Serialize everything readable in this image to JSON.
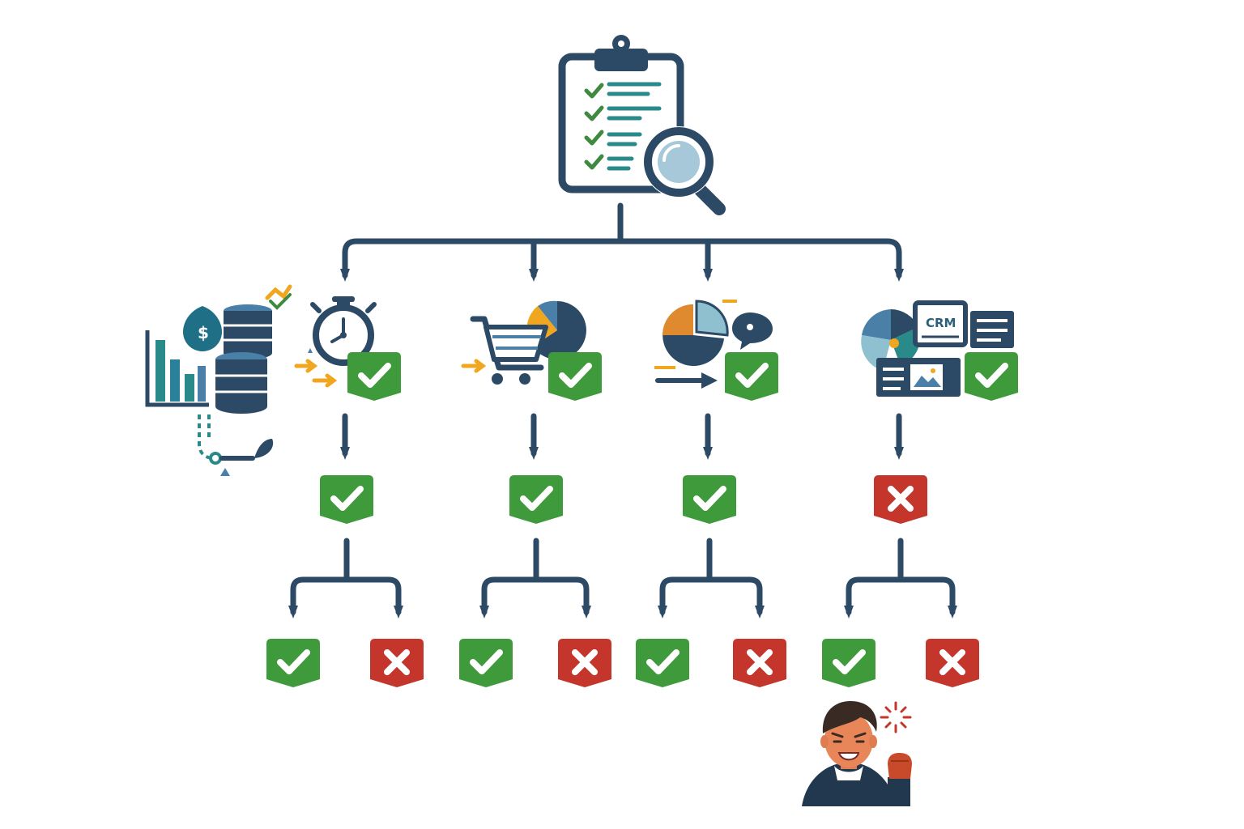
{
  "colors": {
    "navy": "#2c4a66",
    "navy_dark": "#22384f",
    "teal": "#2a8a8a",
    "steel": "#4a7fa8",
    "pass_green": "#3f9a3c",
    "fail_red": "#c4352b",
    "accent_orange": "#f0a61e",
    "skin": "#e8865a"
  },
  "icons": {
    "root": "clipboard-checklist-magnifier-icon",
    "branch_1": "stopwatch-icon",
    "branch_2": "shopping-cart-pie-chart-icon",
    "branch_3": "pie-chart-speech-bubble-icon",
    "branch_4": "crm-dashboard-icon",
    "side": "finance-database-chart-icon",
    "person": "frustrated-person-icon",
    "pass": "check-mark-icon",
    "fail": "cross-mark-icon"
  },
  "crm_label": "CRM",
  "branches": [
    {
      "id": "b1",
      "tier1": "pass",
      "tier2": [
        "pass",
        "fail"
      ]
    },
    {
      "id": "b2",
      "tier1": "pass",
      "tier2": [
        "pass",
        "fail"
      ]
    },
    {
      "id": "b3",
      "tier1": "pass",
      "tier2": [
        "pass",
        "fail"
      ]
    },
    {
      "id": "b4",
      "tier1": "fail",
      "tier2": [
        "pass",
        "fail"
      ]
    }
  ]
}
